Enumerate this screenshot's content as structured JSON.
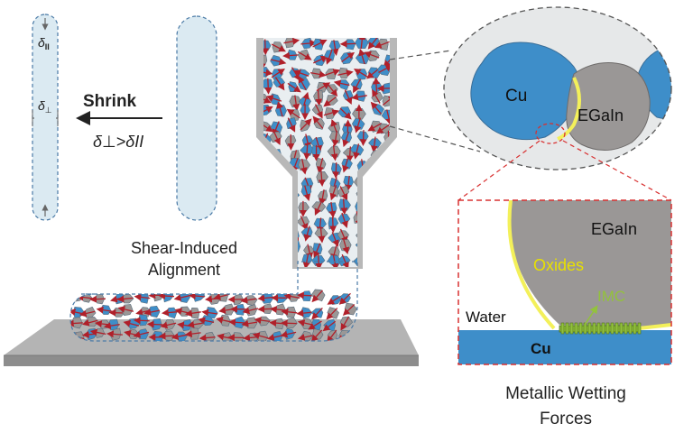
{
  "labels": {
    "delta_par": "δ",
    "delta_perp": "δ",
    "par_sub": "II",
    "perp_sub": "⊥",
    "shrink": "Shrink",
    "relation": "δ⊥>δII",
    "shear_line1": "Shear-Induced",
    "shear_line2": "Alignment",
    "cu_top": "Cu",
    "egain_top": "EGaIn",
    "egain_zoom": "EGaIn",
    "oxides": "Oxides",
    "imc": "IMC",
    "water": "Water",
    "cu_zoom": "Cu",
    "wetting_line1": "Metallic Wetting",
    "wetting_line2": "Forces"
  },
  "colors": {
    "cu": "#3e8ec9",
    "egain": "#9a9796",
    "oxide": "#f3f05a",
    "imc": "#93c23c",
    "arrow": "#b0202a",
    "dash_red": "#d83030",
    "pale_blue": "#dbeaf2",
    "substrate": "#a9a9a9"
  }
}
